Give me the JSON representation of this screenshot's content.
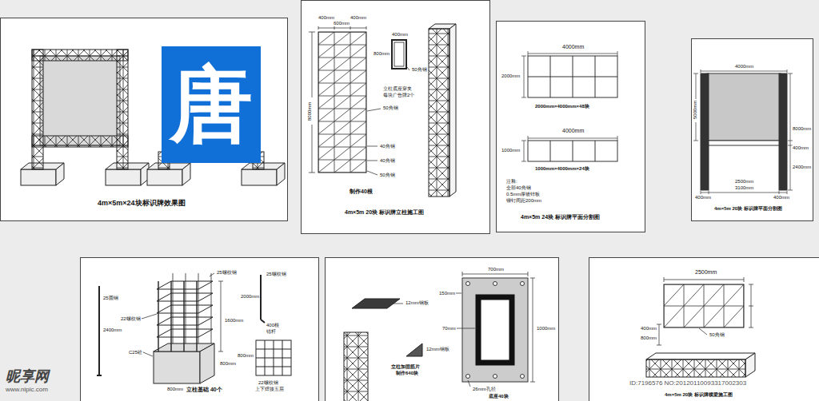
{
  "diagram": {
    "nodes": [
      {
        "text": [
          "唐"
        ]
      }
    ],
    "labels": [
      "4m×5m×24块标识牌效果图",
      "400mm",
      "600mm",
      "400mm",
      "8000mm",
      "400mm",
      "800mm",
      "50角钢",
      "立柱底座穿夹",
      "每块广告牌2个",
      "50角钢",
      "40角钢",
      "40角钢",
      "50角钢",
      "制作40根",
      "4m×5m 20块 标识牌立柱施工图",
      "4000mm",
      "2000mm",
      "2000mm×4000mm×48块",
      "4000mm",
      "1000mm",
      "1000mm×4000mm×24块",
      "注释:",
      "全部40角钢",
      "0.5mm厚镀锌板",
      "铆钉间距200mm",
      "4m×5m 24块 标识牌平面分割图",
      "4000mm",
      "5000mm",
      "8000mm",
      "400mm",
      "2400mm",
      "2500mm",
      "3100mm",
      "400mm",
      "400mm",
      "4m×5m 20块 标识牌平面分割图",
      "25圆钢",
      "2400mm",
      "25螺纹钢",
      "22螺纹钢",
      "1600mm",
      "C25砼",
      "800mm",
      "800mm",
      "立柱基础 40个",
      "25螺纹钢",
      "2000mm",
      "400根",
      "锚杆",
      "800mm",
      "22螺纹钢",
      "上下焊接五层",
      "12mm钢板",
      "12mm钢板",
      "立柱加固筋片",
      "制作640块",
      "700mm",
      "150mm",
      "70mm",
      "1000mm",
      "26mm孔径",
      "底座40块",
      "2500mm",
      "400mm",
      "800mm",
      "50角钢",
      "4m×5m 20块 标识牌横梁施工图",
      "昵享网",
      "www.nipic.com",
      "ID:7196576 NO:20120110093317002303"
    ]
  }
}
